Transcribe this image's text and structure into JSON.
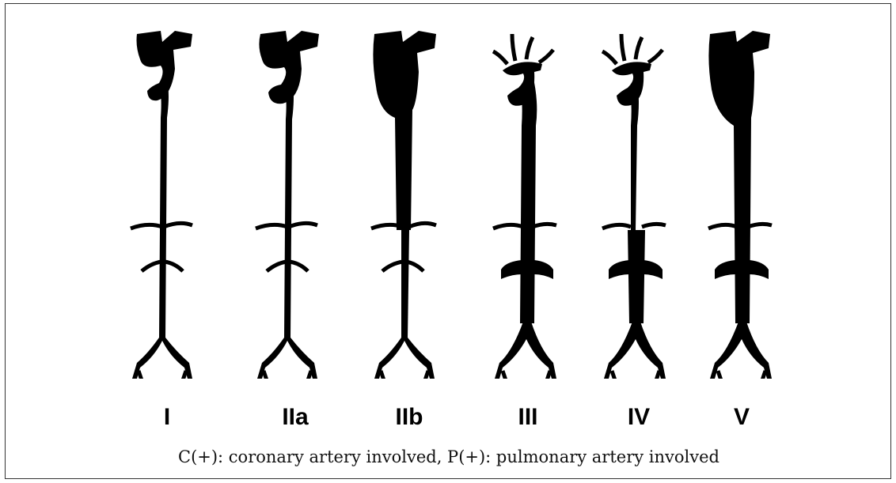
{
  "figure": {
    "types": [
      {
        "label": "I",
        "involvement": "arch-branches"
      },
      {
        "label": "IIa",
        "involvement": "arch-branches"
      },
      {
        "label": "IIb",
        "involvement": "arch-branches+thoracic"
      },
      {
        "label": "III",
        "involvement": "thoracic+abdominal+renal"
      },
      {
        "label": "IV",
        "involvement": "abdominal+renal"
      },
      {
        "label": "V",
        "involvement": "diffuse"
      }
    ],
    "caption": "C(+): coronary artery involved, P(+): pulmonary artery involved",
    "colors": {
      "vessel": "#000000",
      "background": "#ffffff",
      "border": "#333333"
    }
  }
}
